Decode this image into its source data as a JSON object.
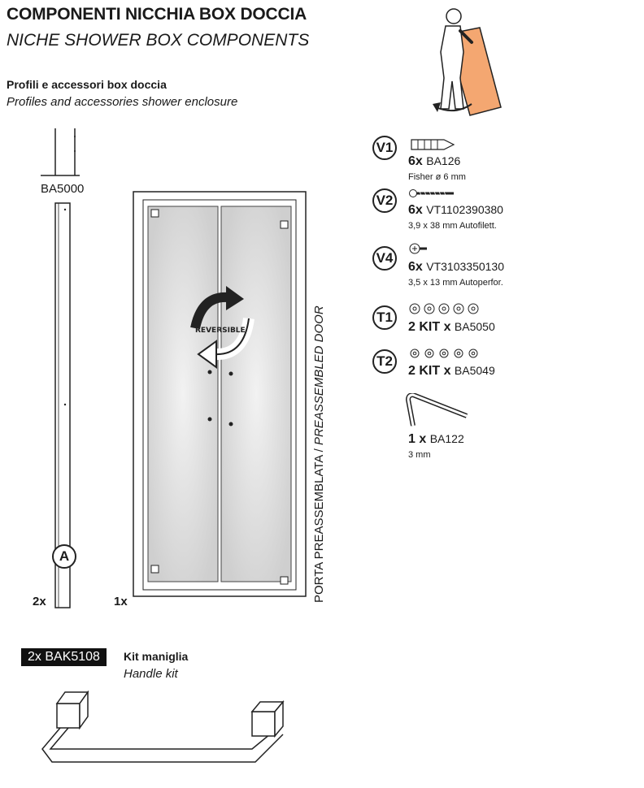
{
  "header": {
    "title_it": "COMPONENTI NICCHIA BOX DOCCIA",
    "title_en": "NICHE SHOWER BOX COMPONENTS",
    "subtitle_it": "Profili e accessori box doccia",
    "subtitle_en": "Profiles and accessories shower enclosure"
  },
  "profile": {
    "code": "BA5000",
    "qty": "2x",
    "marker": "A"
  },
  "door": {
    "qty": "1x",
    "reversible_label": "REVERSIBLE",
    "vertical_label": "PORTA PREASSEMBLATA / ",
    "vertical_label_en": "PREASSEMBLED DOOR"
  },
  "items": [
    {
      "label": "V1",
      "qty": "6x",
      "code": "BA126",
      "sub": "Fisher ø 6 mm"
    },
    {
      "label": "V2",
      "qty": "6x",
      "code": "VT1102390380",
      "sub": "3,9 x 38 mm Autofilett."
    },
    {
      "label": "V4",
      "qty": "6x",
      "code": "VT3103350130",
      "sub": "3,5 x 13 mm Autoperfor."
    },
    {
      "label": "T1",
      "qty": "2 KIT x",
      "code": "BA5050",
      "sub": ""
    },
    {
      "label": "T2",
      "qty": "2 KIT x",
      "code": "BA5049",
      "sub": ""
    }
  ],
  "allen_key": {
    "qty": "1 x",
    "code": "BA122",
    "sub": "3 mm"
  },
  "handle_kit": {
    "badge": "2x BAK5108",
    "label_it": "Kit maniglia",
    "label_en": "Handle kit"
  },
  "colors": {
    "wood": "#f4a771",
    "glass": "#d6d6d6",
    "ink": "#1a1a1a"
  }
}
